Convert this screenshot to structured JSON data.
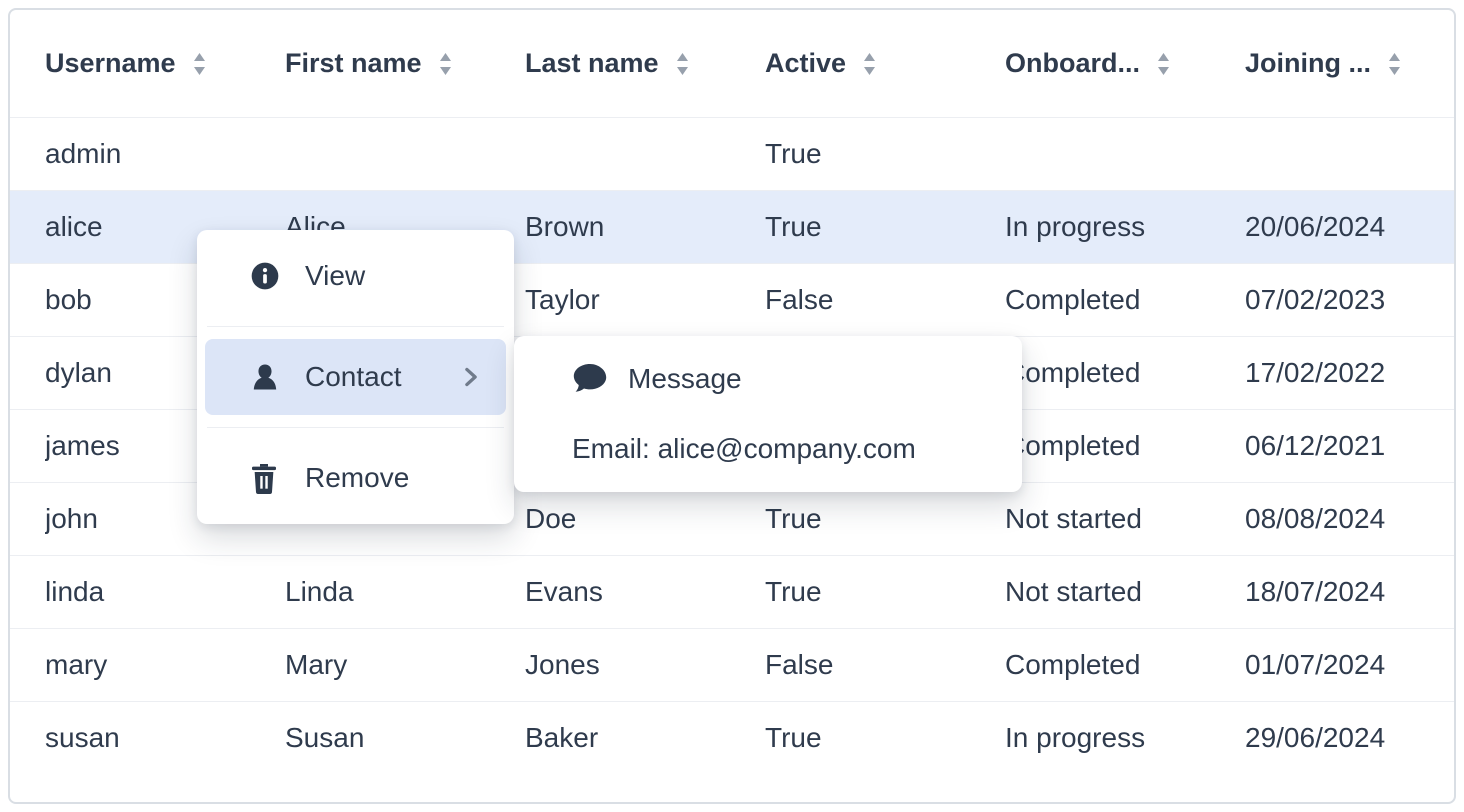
{
  "table": {
    "columns": [
      {
        "label": "Username",
        "sortable": true
      },
      {
        "label": "First name",
        "sortable": true
      },
      {
        "label": "Last name",
        "sortable": true
      },
      {
        "label": "Active",
        "sortable": true
      },
      {
        "label": "Onboard...",
        "sortable": true
      },
      {
        "label": "Joining ...",
        "sortable": true
      }
    ],
    "rows": [
      {
        "username": "admin",
        "first_name": "",
        "last_name": "",
        "active": "True",
        "onboarding": "",
        "joining": "",
        "highlighted": false
      },
      {
        "username": "alice",
        "first_name": "Alice",
        "last_name": "Brown",
        "active": "True",
        "onboarding": "In progress",
        "joining": "20/06/2024",
        "highlighted": true
      },
      {
        "username": "bob",
        "first_name": "",
        "last_name": "Taylor",
        "active": "False",
        "onboarding": "Completed",
        "joining": "07/02/2023",
        "highlighted": false
      },
      {
        "username": "dylan",
        "first_name": "",
        "last_name": "",
        "active": "",
        "onboarding": "Completed",
        "joining": "17/02/2022",
        "highlighted": false
      },
      {
        "username": "james",
        "first_name": "",
        "last_name": "",
        "active": "",
        "onboarding": "Completed",
        "joining": "06/12/2021",
        "highlighted": false
      },
      {
        "username": "john",
        "first_name": "",
        "last_name": "Doe",
        "active": "True",
        "onboarding": "Not started",
        "joining": "08/08/2024",
        "highlighted": false
      },
      {
        "username": "linda",
        "first_name": "Linda",
        "last_name": "Evans",
        "active": "True",
        "onboarding": "Not started",
        "joining": "18/07/2024",
        "highlighted": false
      },
      {
        "username": "mary",
        "first_name": "Mary",
        "last_name": "Jones",
        "active": "False",
        "onboarding": "Completed",
        "joining": "01/07/2024",
        "highlighted": false
      },
      {
        "username": "susan",
        "first_name": "Susan",
        "last_name": "Baker",
        "active": "True",
        "onboarding": "In progress",
        "joining": "29/06/2024",
        "highlighted": false
      }
    ]
  },
  "context_menu": {
    "items": [
      {
        "label": "View",
        "icon": "info-icon",
        "highlighted": false,
        "has_submenu": false
      },
      {
        "label": "Contact",
        "icon": "user-icon",
        "highlighted": true,
        "has_submenu": true
      },
      {
        "label": "Remove",
        "icon": "trash-icon",
        "highlighted": false,
        "has_submenu": false
      }
    ]
  },
  "submenu": {
    "items": [
      {
        "label": "Message",
        "icon": "chat-bubble-icon"
      },
      {
        "label": "Email: alice@company.com",
        "icon": ""
      }
    ]
  },
  "colors": {
    "text": "#2f3b4d",
    "border": "#d9dee4",
    "divider": "#eceef2",
    "row_highlight": "#e4ecfa",
    "menu_highlight": "#dce5f7",
    "icon": "#2d3a4c",
    "sort_icon": "#97a0ac",
    "chevron": "#707b8b"
  }
}
